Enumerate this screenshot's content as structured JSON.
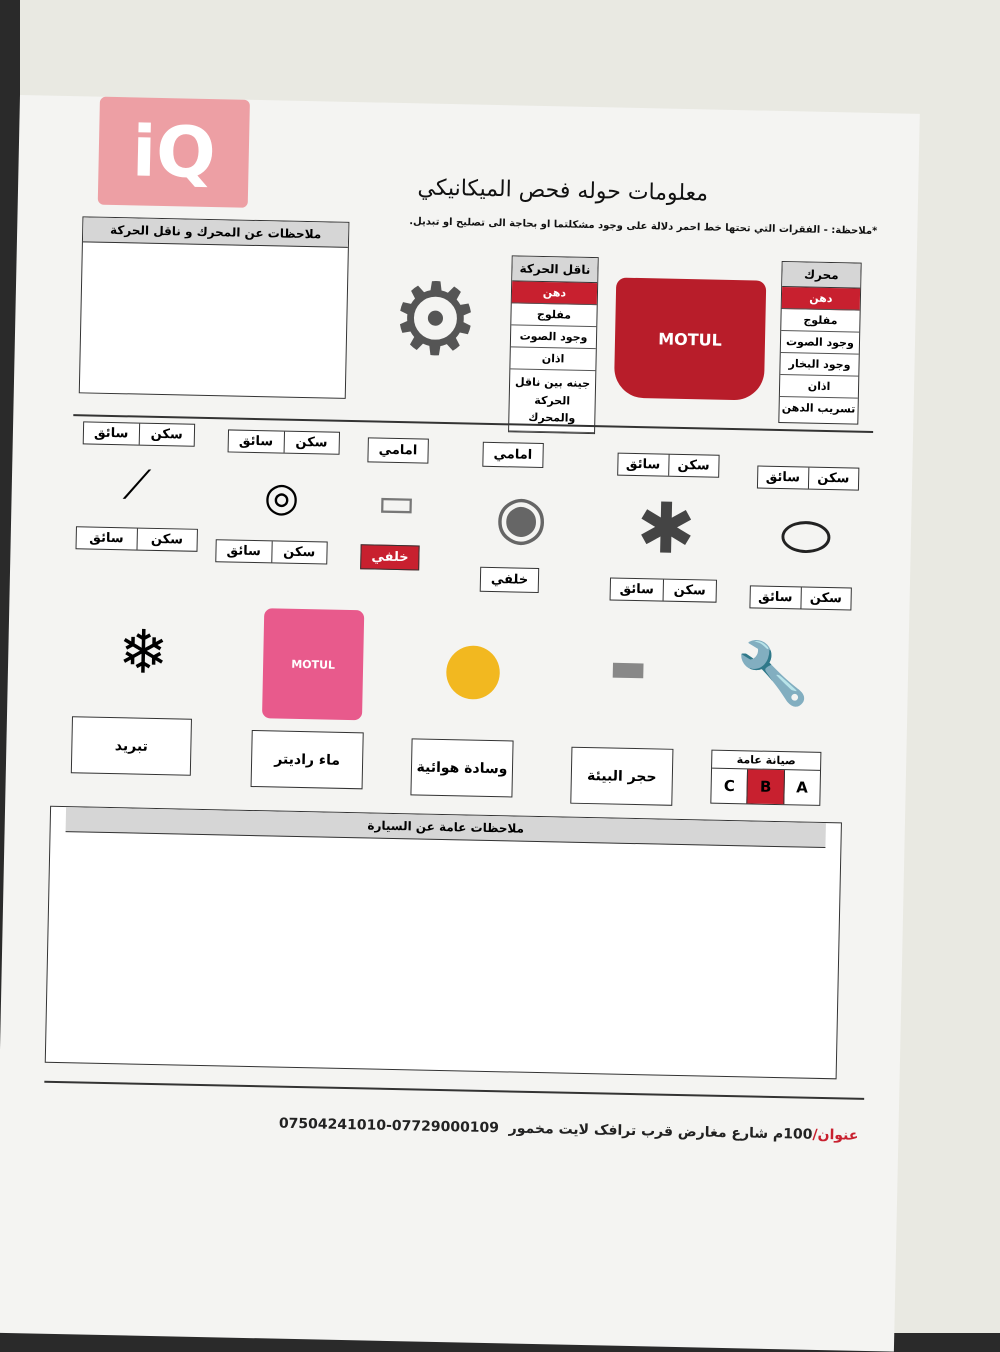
{
  "watermark": "iQ",
  "title": "معلومات حوله فحص الميكانيكي",
  "note": "*ملاحظة: - الفقرات التي تحتها خط احمر دلالة على وجود مشكلتما او بحاجة الى تصليح او تبديل.",
  "notes_box": {
    "header": "ملاحظات عن المحرك و ناقل الحركة"
  },
  "transmission": {
    "header": "ناقل الحركة",
    "rows": [
      {
        "label": "دهن",
        "flagged": true
      },
      {
        "label": "مفلوج",
        "flagged": false
      },
      {
        "label": "وجود الصوت",
        "flagged": false
      },
      {
        "label": "اذان",
        "flagged": false
      },
      {
        "label": "جينه بين ناقل الحركة والمحرك",
        "flagged": false
      }
    ]
  },
  "engine": {
    "header": "محرك",
    "brand": "MOTUL",
    "rows": [
      {
        "label": "دهن",
        "flagged": true
      },
      {
        "label": "مفلوج",
        "flagged": false
      },
      {
        "label": "وجود الصوت",
        "flagged": false
      },
      {
        "label": "وجود البخار",
        "flagged": false
      },
      {
        "label": "اذان",
        "flagged": false
      },
      {
        "label": "تسريب الدهن",
        "flagged": false
      }
    ]
  },
  "sides": {
    "passenger": "سكن",
    "driver": "سائق"
  },
  "front": "امامي",
  "rear": "خلفي",
  "brake_pad_rear_flagged": true,
  "services": [
    {
      "label": "تبريد",
      "icon": "car-ac-icon"
    },
    {
      "label": "ماء راديتر",
      "icon": "coolant-bottle-icon"
    },
    {
      "label": "وسادة هوائية",
      "icon": "airbag-icon"
    },
    {
      "label": "حجر البيئة",
      "icon": "catalytic-converter-icon"
    }
  ],
  "maintenance": {
    "header": "صيانة عامة",
    "grades": [
      "A",
      "B",
      "C"
    ],
    "selected": "B"
  },
  "general_notes": {
    "header": "ملاحظات عامة عن السيارة"
  },
  "footer": {
    "key": "عنوان/",
    "address": "100م شارع مغارض قرب ترافک لايت مخمور",
    "phones": "07729000109-07504241010"
  },
  "colors": {
    "flag": "#c8202f",
    "header": "#d6d6d6"
  }
}
